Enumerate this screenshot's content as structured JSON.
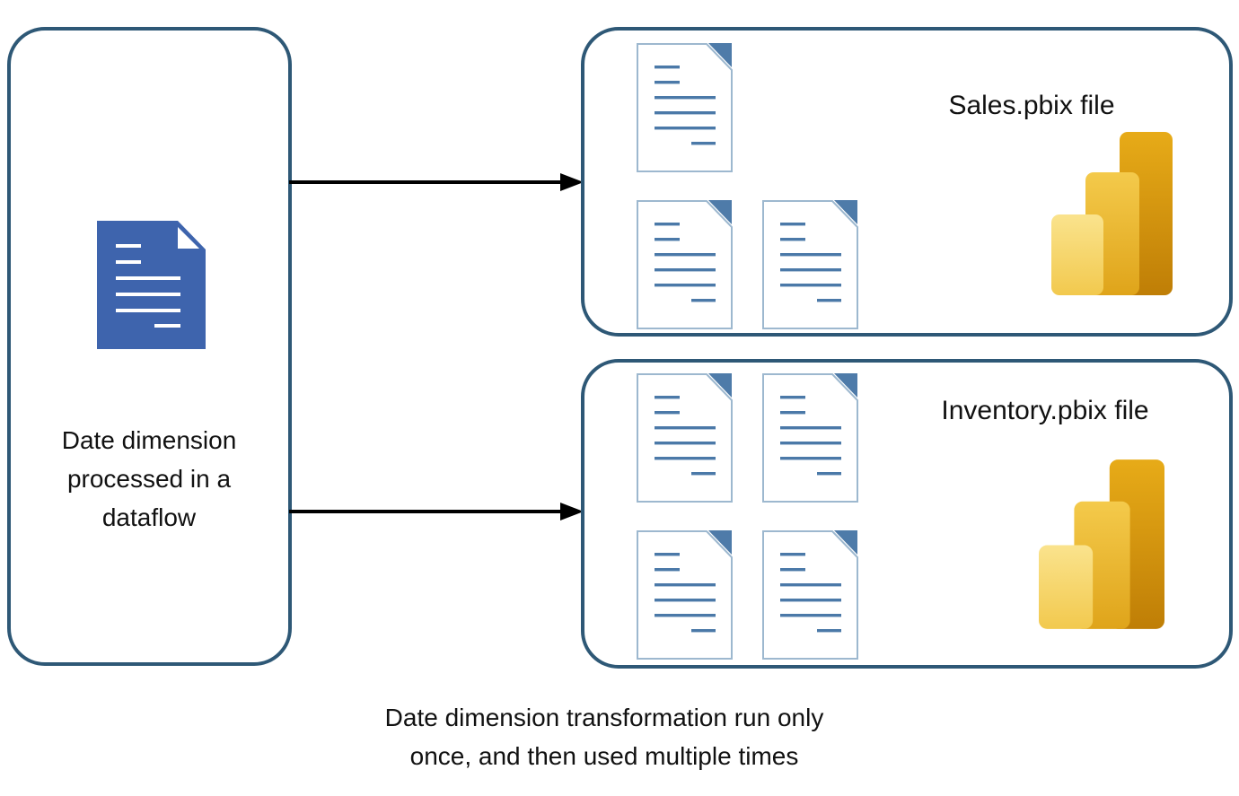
{
  "diagram": {
    "background_color": "#ffffff",
    "box_border_color": "#2e5876",
    "arrow_color": "#000000",
    "left_box": {
      "label": "Date dimension processed in a dataflow",
      "icon": "blue-document-icon",
      "icon_fill_color": "#3e64ad"
    },
    "sales_box": {
      "title": "Sales.pbix file",
      "document_count": 3,
      "logo": "power-bi-icon"
    },
    "inventory_box": {
      "title": "Inventory.pbix file",
      "document_count": 4,
      "logo": "power-bi-icon"
    },
    "caption": {
      "line1": "Date dimension transformation run only",
      "line2": "once, and then used multiple times",
      "full_text": "Date dimension transformation run only once, and then used multiple times"
    },
    "colors": {
      "document_outline": "#9db8cf",
      "document_line_blue": "#4b79a8",
      "document_fold_blue": "#4e7ba9",
      "powerbi_bar_dark_top": "#e7ab18",
      "powerbi_bar_dark_bottom": "#bf7e06",
      "powerbi_bar_mid_top": "#f4ca4b",
      "powerbi_bar_mid_bottom": "#dfa41a",
      "powerbi_bar_light_top": "#fae38d",
      "powerbi_bar_light_bottom": "#f2c94e"
    }
  }
}
